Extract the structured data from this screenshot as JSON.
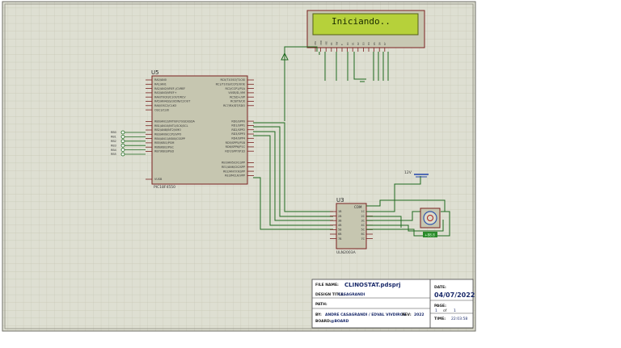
{
  "schematic": {
    "background": "#dcdcd0",
    "grid_color": "#c9c9b8",
    "wire_color": "#1f6a1f",
    "part_fill": "#c6c6b0",
    "part_stroke": "#7a1f1f"
  },
  "lcd": {
    "text": "Iniciando..",
    "screen_color": "#b7d23a",
    "pin_labels": [
      "VSS",
      "VDD",
      "VEE",
      "RS",
      "RW",
      "E",
      "D0",
      "D1",
      "D2",
      "D3",
      "D4",
      "D5",
      "D6",
      "D7"
    ]
  },
  "mcu": {
    "ref": "U5",
    "part": "PIC18F4550",
    "left_pins": [
      "RA0/AN0",
      "RA1/AN1",
      "RA2/AN2/VREF-/CVREF",
      "RA3/AN3/VREF+",
      "RA4/T0CKI/C1OUT/RCV",
      "RA5/AN4/SS/LVDIN/C2OUT",
      "RA6/OSC2/CLKO",
      "OSC1/CLKI",
      "RB0/AN12/INT0/FLT0/SDI/SDA",
      "RB1/AN10/INT1/SCK/SCL",
      "RB2/AN8/INT2/VMO",
      "RB3/AN9/CCP2/VPO",
      "RB4/AN11/KBI0/CSSPP",
      "RB5/KBI1/PGM",
      "RB6/KBI2/PGC",
      "RB7/KBI3/PGD",
      "VUSB"
    ],
    "right_pins": [
      "RC0/T1OSO/T1CKI",
      "RC1/T1OSI/CCP2/UOE",
      "RC2/CCP1/P1A",
      "VUSB/D-/VM",
      "RC5/D+/VP",
      "RC6/TX/CK",
      "RC7/RX/DT/SDO",
      "RD0/SPP0",
      "RD1/SPP1",
      "RD2/SPP2",
      "RD3/SPP3",
      "RD4/SPP4",
      "RD5/SPP5/P1B",
      "RD6/SPP6/P1C",
      "RD7/SPP7/P1D",
      "RE0/AN5/CK1SPP",
      "RE1/AN6/CK2SPP",
      "RE2/AN7/OESPP",
      "RE3/MCLR/VPP"
    ],
    "input_labels": [
      "RB0",
      "RB1",
      "RB2",
      "RB3",
      "RB4",
      "RB5"
    ]
  },
  "driver": {
    "ref": "U3",
    "part": "ULN2003A",
    "com_label": "COM",
    "in_pins": [
      "1B",
      "2B",
      "3B",
      "4B",
      "5B",
      "6B",
      "7B"
    ],
    "out_pins": [
      "1C",
      "2C",
      "3C",
      "4C",
      "5C",
      "6C",
      "7C"
    ]
  },
  "motor": {
    "value_label": "+88.8",
    "power_label": "12V"
  },
  "title_block": {
    "file_name_label": "FILE NAME:",
    "file_name": "CLINOSTAT.pdsprj",
    "design_title_label": "DESIGN TITLE:",
    "design_title": "CASAGRANDI",
    "path_label": "PATH:",
    "by_label": "BY:",
    "by_value": "ANDRE CASAGRANDI / EDVAL VIVDIROS",
    "rev_label": "REV:",
    "rev_value": "2022",
    "sheet_label": "BOARD:",
    "sheet_value": "@BOARD",
    "date_label": "DATE:",
    "date": "04/07/2022",
    "page_label": "PAGE:",
    "page": "1",
    "of_label": "of",
    "page_total": "1",
    "time_label": "TIME:",
    "time": "22:03:58"
  }
}
